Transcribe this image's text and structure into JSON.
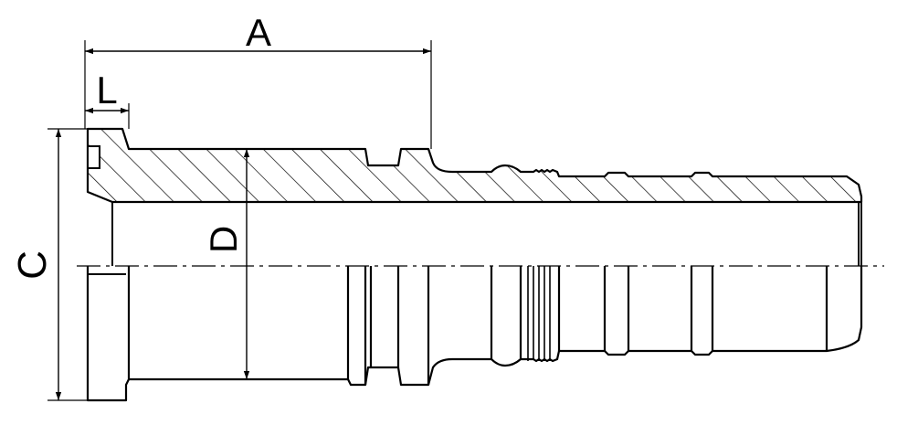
{
  "dimension_labels": {
    "A": "A",
    "L": "L",
    "C": "C",
    "D": "D"
  },
  "colors": {
    "ink": "#000000",
    "background": "#ffffff"
  }
}
